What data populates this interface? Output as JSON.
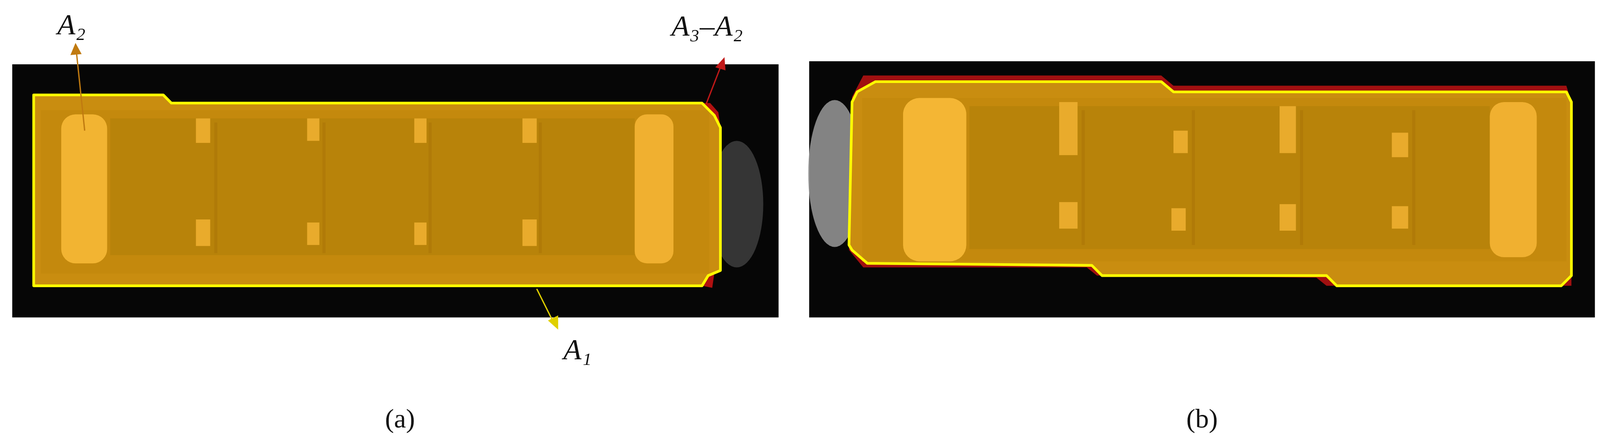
{
  "diagram": {
    "labels": [
      "A₂",
      "A₃–A₂",
      "A₁",
      "(a)",
      "(b)"
    ]
  }
}
